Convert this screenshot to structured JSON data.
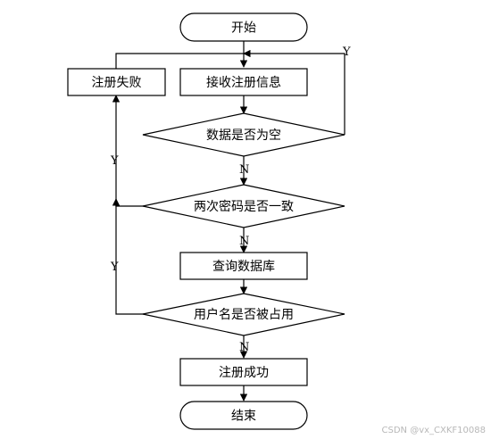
{
  "nodes": {
    "start": "开始",
    "register_fail": "注册失败",
    "receive_info": "接收注册信息",
    "check_empty": "数据是否为空",
    "password_match": "两次密码是否一致",
    "query_db": "查询数据库",
    "username_taken": "用户名是否被占用",
    "register_success": "注册成功",
    "end": "结束"
  },
  "edge_labels": {
    "empty_yes": "Y",
    "empty_no": "N",
    "password_yes": "Y",
    "password_no": "N",
    "taken_yes": "Y",
    "taken_no": "N"
  },
  "watermark": "CSDN @vx_CXKF10088"
}
